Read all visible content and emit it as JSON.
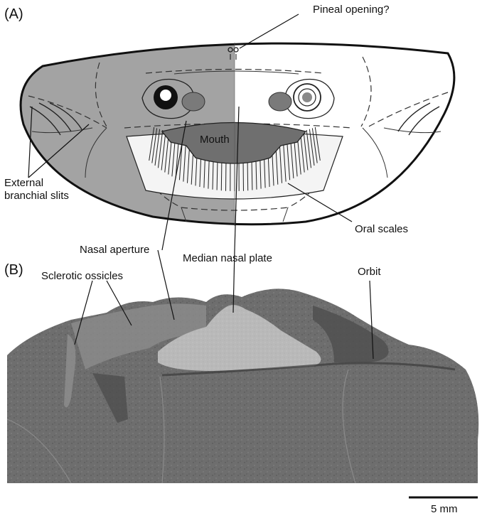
{
  "panels": {
    "a": "(A)",
    "b": "(B)"
  },
  "labels": {
    "pineal": "Pineal opening?",
    "mouth": "Mouth",
    "external_1": "External",
    "external_2": "branchial slits",
    "oral_scales": "Oral scales",
    "nasal_aperture": "Nasal aperture",
    "median_nasal_plate": "Median nasal plate",
    "sclerotic_ossicles": "Sclerotic ossicles",
    "orbit": "Orbit"
  },
  "scale_bar": {
    "label": "5 mm"
  },
  "colors": {
    "drawing_shade_left": "#a3a3a3",
    "drawing_right": "#ffffff",
    "mouth_fill": "#6f6f6f",
    "nasal_fill": "#7a7a7a",
    "fossil_matrix": "#6e6e6e",
    "fossil_plate": "#b9b9b9",
    "line": "#111111"
  }
}
